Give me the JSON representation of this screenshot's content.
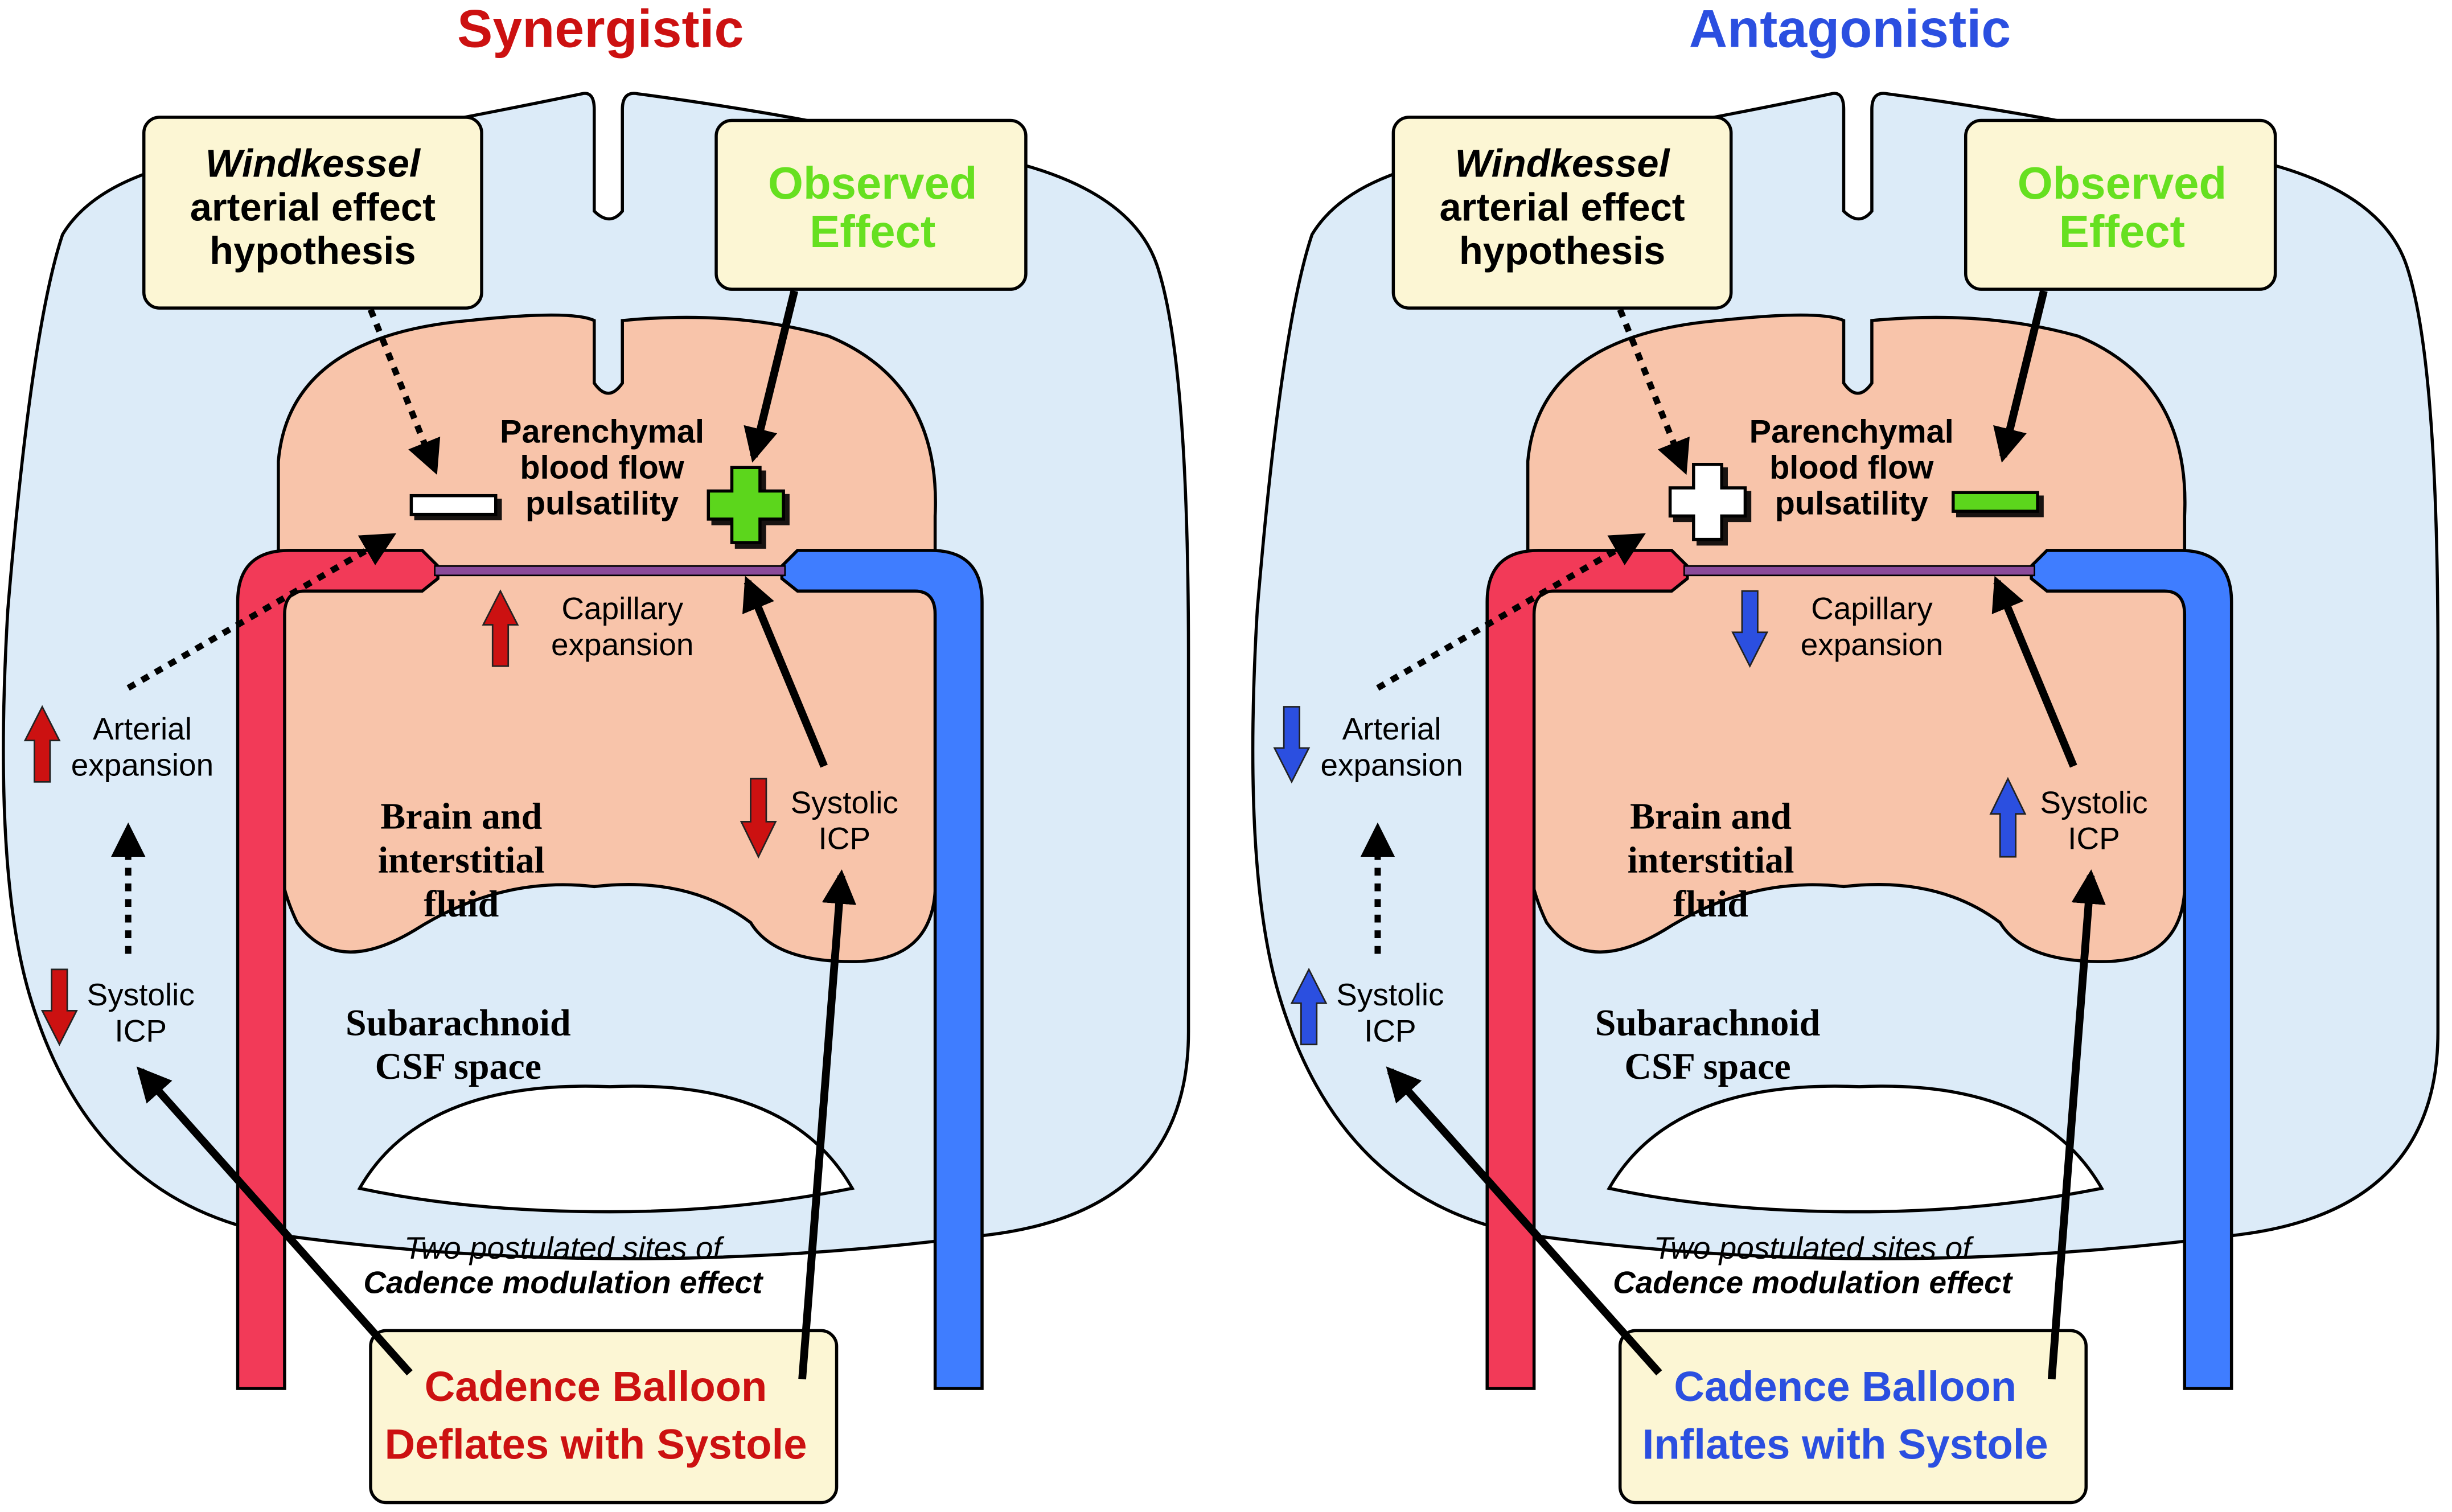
{
  "panels": [
    {
      "title": "Synergistic",
      "title_color": "#cc1111",
      "hypothesis": [
        "Windkessel",
        "arterial effect",
        "hypothesis"
      ],
      "observed": [
        "Observed",
        "Effect"
      ],
      "parenchymal": [
        "Parenchymal",
        "blood flow",
        "pulsatility"
      ],
      "capillary": [
        "Capillary",
        "expansion"
      ],
      "arterial": [
        "Arterial",
        "expansion"
      ],
      "systolic_icp_left": [
        "Systolic",
        "ICP"
      ],
      "systolic_icp_right": [
        "Systolic",
        "ICP"
      ],
      "brain": [
        "Brain and",
        "interstitial",
        "fluid"
      ],
      "subarachnoid": [
        "Subarachnoid",
        "CSF space"
      ],
      "postulated": [
        "Two postulated sites of",
        "Cadence modulation effect"
      ],
      "balloon": [
        "Cadence Balloon",
        "Deflates with Systole"
      ],
      "balloon_color": "#cc1111",
      "hypothesis_sign": "minus",
      "observed_sign": "plus",
      "capillary_dir": "up",
      "arterial_dir": "up",
      "icp_left_dir": "down",
      "icp_right_dir": "down",
      "indicator_color": "#cc1111"
    },
    {
      "title": "Antagonistic",
      "title_color": "#2b4fe0",
      "hypothesis": [
        "Windkessel",
        "arterial effect",
        "hypothesis"
      ],
      "observed": [
        "Observed",
        "Effect"
      ],
      "parenchymal": [
        "Parenchymal",
        "blood flow",
        "pulsatility"
      ],
      "capillary": [
        "Capillary",
        "expansion"
      ],
      "arterial": [
        "Arterial",
        "expansion"
      ],
      "systolic_icp_left": [
        "Systolic",
        "ICP"
      ],
      "systolic_icp_right": [
        "Systolic",
        "ICP"
      ],
      "brain": [
        "Brain and",
        "interstitial",
        "fluid"
      ],
      "subarachnoid": [
        "Subarachnoid",
        "CSF space"
      ],
      "postulated": [
        "Two postulated sites of",
        "Cadence modulation effect"
      ],
      "balloon": [
        "Cadence Balloon",
        "Inflates with Systole"
      ],
      "balloon_color": "#2b4fe0",
      "hypothesis_sign": "plus",
      "observed_sign": "minus",
      "capillary_dir": "down",
      "arterial_dir": "down",
      "icp_left_dir": "up",
      "icp_right_dir": "up",
      "indicator_color": "#2b4fe0"
    }
  ],
  "colors": {
    "csf": "#dcebf8",
    "brain": "#f8c4aa",
    "box": "#fcf6d4",
    "artery": "#f23a58",
    "vein": "#3f7dff",
    "observed_text": "#66e020",
    "plus_green": "#5cd61e"
  }
}
